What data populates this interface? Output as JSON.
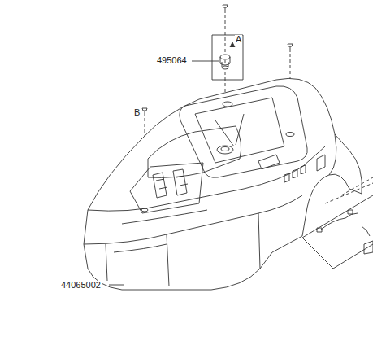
{
  "diagram": {
    "labels": [
      "495064",
      "A",
      "B",
      "44065002"
    ]
  }
}
